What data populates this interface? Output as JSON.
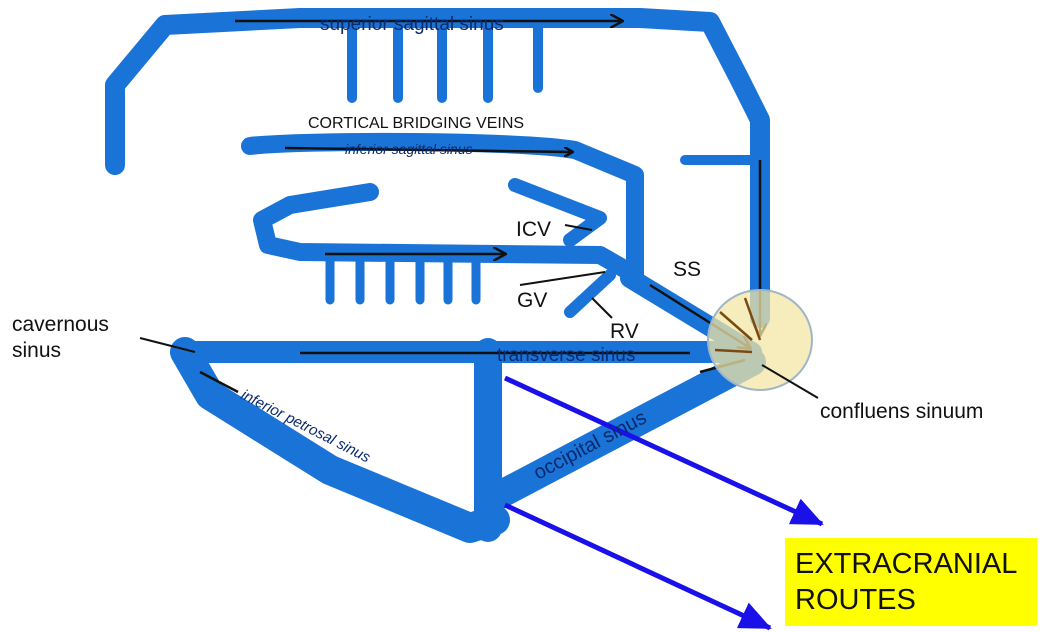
{
  "labels": {
    "superior_sagittal_sinus": "superior sagittal sinus",
    "cortical_bridging_veins": "CORTICAL BRIDGING VEINS",
    "inferior_sagittal_sinus": "inferior sagittal sinus",
    "icv": "ICV",
    "ss": "SS",
    "gv": "GV",
    "rv": "RV",
    "cavernous_sinus_line1": "cavernous",
    "cavernous_sinus_line2": "sinus",
    "transverse_sinus": "transverse sinus",
    "inferior_petrosal_sinus": "inferior petrosal sinus",
    "occipital_sinus": "occipital sinus",
    "confluens_sinuum": "confluens sinuum",
    "extracranial_line1": "EXTRACRANIAL",
    "extracranial_line2": "ROUTES"
  },
  "colors": {
    "vessel": "#1a73d6",
    "vessel_text": "#0a2a6e",
    "arrow": "#111111",
    "route_arrow": "#1a10e8",
    "confluens_fill": "#f3e6a6",
    "confluens_stroke": "#9fb6c9",
    "extracranial_box": "#ffff00"
  }
}
